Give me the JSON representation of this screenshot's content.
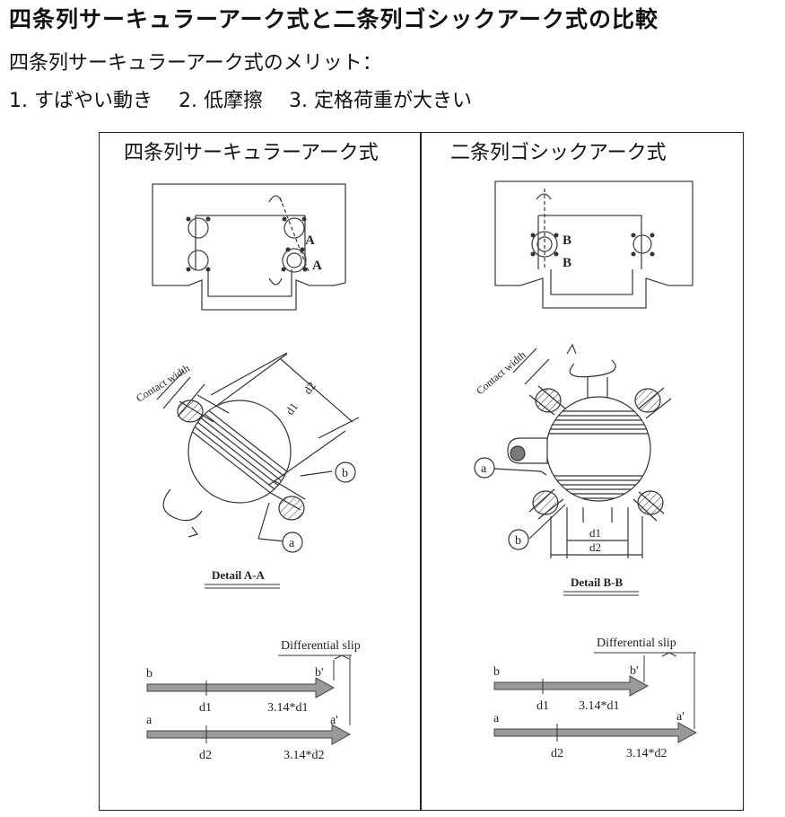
{
  "header": {
    "title": "四条列サーキュラーアーク式と二条列ゴシックアーク式の比較",
    "subtitle": "四条列サーキュラーアーク式のメリット：",
    "benefits": [
      "1. すばやい動き",
      "2. 低摩擦",
      "3. 定格荷重が大きい"
    ]
  },
  "left": {
    "heading": "四条列サーキュラーアーク式",
    "point_a1": "A",
    "point_a2": "A",
    "contact_width": "Contact width",
    "d2": "d2",
    "d1": "d1",
    "label_b": "b",
    "label_a": "a",
    "detail": "Detail A-A",
    "slip": {
      "title": "Differential slip",
      "b": "b",
      "b_prime": "b'",
      "d1": "d1",
      "b_value": "3.14*d1",
      "a": "a",
      "a_prime": "a'",
      "d2": "d2",
      "a_value": "3.14*d2"
    }
  },
  "right": {
    "heading": "二条列ゴシックアーク式",
    "point_b1": "B",
    "point_b2": "B",
    "contact_width": "Contact width",
    "label_a": "a",
    "label_b": "b",
    "d1": "d1",
    "d2": "d2",
    "detail": "Detail B-B",
    "slip": {
      "title": "Differential slip",
      "b": "b",
      "b_prime": "b'",
      "d1": "d1",
      "b_value": "3.14*d1",
      "a": "a",
      "a_prime": "a'",
      "d2": "d2",
      "a_value": "3.14*d2"
    }
  },
  "colors": {
    "arrow_fill": "#9a9a9a",
    "line": "#333333",
    "ball_dark": "#7a7a7a"
  }
}
